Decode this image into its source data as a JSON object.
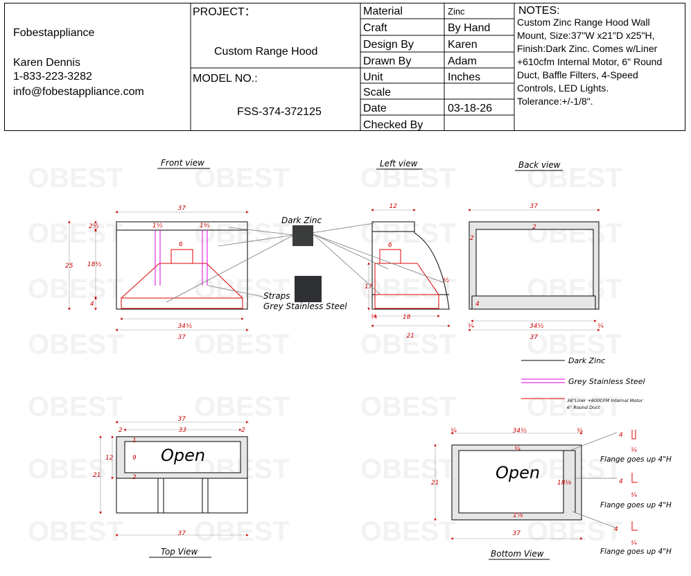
{
  "header": {
    "company": "Fobestappliance",
    "contact_name": "Karen Dennis",
    "phone": "1-833-223-3282",
    "email": "info@fobestappliance.com",
    "project_label": "PROJECT：",
    "project_name": "Custom Range Hood",
    "model_label": "MODEL NO.:",
    "model_number": "FSS-374-372125",
    "spec_rows": [
      {
        "label": "Material",
        "value": "Zinc"
      },
      {
        "label": "Craft",
        "value": "By Hand"
      },
      {
        "label": "Design By",
        "value": "Karen"
      },
      {
        "label": "Drawn By",
        "value": "Adam"
      },
      {
        "label": "Unit",
        "value": "Inches"
      },
      {
        "label": "Scale",
        "value": ""
      },
      {
        "label": "Date",
        "value": "03-18-26"
      },
      {
        "label": "Checked By",
        "value": ""
      }
    ],
    "notes_title": "NOTES:",
    "notes_lines": [
      "Custom Zinc Range Hood Wall",
      "Mount, Size:37\"W x21\"D x25\"H,",
      "Finish:Dark Zinc. Comes w/Liner",
      "+610cfm Internal Motor, 6\" Round",
      "Duct, Baffle Filters, 4-Speed",
      "Controls, LED Lights.",
      "Tolerance:+/-1/8\"."
    ]
  },
  "watermark": "OBEST",
  "views": {
    "front": "Front view",
    "left": "Left view",
    "back": "Back view",
    "top": "Top View",
    "bottom": "Bottom View"
  },
  "callouts": {
    "dark_zinc": "Dark Zinc",
    "straps": "Straps",
    "grey_ss": "Grey Stainless Steel"
  },
  "legend": [
    {
      "label": "Dark Zinc",
      "color": "#000000"
    },
    {
      "label": "Grey Stainless Steel",
      "color": "#e000e0"
    },
    {
      "label_line1": "36\"Liner +600CFM Internal Motor",
      "label_line2": "6\" Round Duct",
      "color": "#e00000"
    }
  ],
  "flange_note": "Flange goes up 4\"H",
  "open_label": "Open",
  "colors": {
    "zinc_swatch": "#3a3d3b",
    "ss_swatch": "#2e3033",
    "red": "#e00000",
    "magenta": "#e000e0",
    "panel_fill": "#e6e6e6"
  },
  "dims": {
    "front": {
      "width": "37",
      "top_band": "2½",
      "strap_a": "1½",
      "strap_b": "1½",
      "duct": "6",
      "height": "25",
      "mid": "18½",
      "bottom": "4",
      "liner": "34½",
      "overall": "37"
    },
    "left": {
      "top": "12",
      "duct": "6",
      "h": "17",
      "r": "½",
      "a": "¼",
      "b": "18",
      "depth": "21"
    },
    "back": {
      "width": "37",
      "top": "2",
      "side": "2",
      "bottom": "4",
      "a": "¼",
      "b": "34½",
      "c": "¼",
      "overall": "37"
    },
    "top": {
      "width": "37",
      "a": "2",
      "b": "33",
      "c": "2",
      "d": "12",
      "depth": "21",
      "e": "1",
      "f": "9",
      "g": "2",
      "overall": "37"
    },
    "bottom": {
      "a": "¼",
      "b": "34½",
      "c": "¼",
      "d": "¼",
      "e": "18⅛",
      "depth": "21",
      "f": "1⅞",
      "overall": "37",
      "fl": "4",
      "fq": "¼"
    }
  }
}
